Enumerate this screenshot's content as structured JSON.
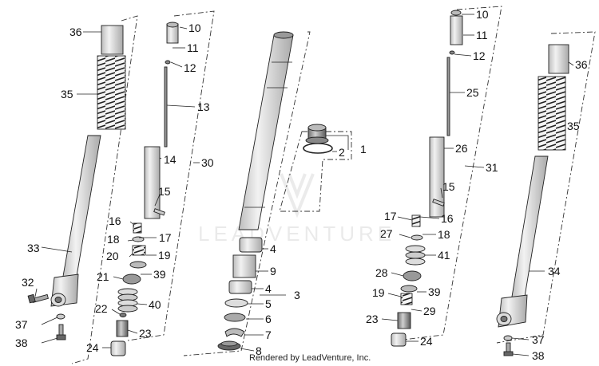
{
  "watermark": "LEADVENTURE",
  "credit": "Rendered by LeadVenture, Inc.",
  "callouts": {
    "c1": "1",
    "c2": "2",
    "c3": "3",
    "c4a": "4",
    "c4b": "4",
    "c5": "5",
    "c6": "6",
    "c7": "7",
    "c8": "8",
    "c9": "9",
    "L10": "10",
    "L11": "11",
    "L12": "12",
    "L13": "13",
    "L14": "14",
    "L15": "15",
    "L16": "16",
    "L17": "17",
    "L18": "18",
    "L19": "19",
    "L20": "20",
    "L21": "21",
    "L22": "22",
    "L23": "23",
    "L24": "24",
    "L30": "30",
    "L32": "32",
    "L33": "33",
    "L35": "35",
    "L36": "36",
    "L37": "37",
    "L38": "38",
    "L39": "39",
    "L40": "40",
    "R10": "10",
    "R11": "11",
    "R12": "12",
    "R15": "15",
    "R16": "16",
    "R17": "17",
    "R18": "18",
    "R19": "19",
    "R23": "23",
    "R24": "24",
    "R25": "25",
    "R26": "26",
    "R27": "27",
    "R28": "28",
    "R29": "29",
    "R31": "31",
    "R34": "34",
    "R35": "35",
    "R36": "36",
    "R37": "37",
    "R38": "38",
    "R39": "39",
    "R41": "41"
  }
}
